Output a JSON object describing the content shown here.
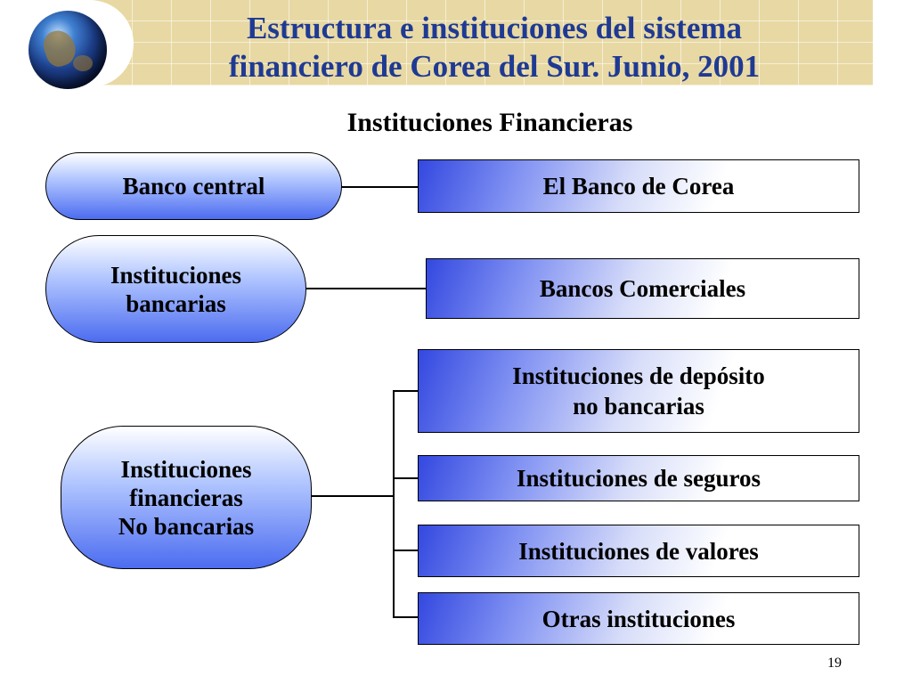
{
  "header": {
    "title_line1": "Estructura e instituciones del sistema",
    "title_line2": "financiero de Corea del Sur. Junio, 2001",
    "subtitle": "Instituciones  Financieras"
  },
  "nodes": {
    "banco_central": "Banco central",
    "instituciones_bancarias_1": "Instituciones",
    "instituciones_bancarias_2": "bancarias",
    "instituciones_financieras_1": "Instituciones",
    "instituciones_financieras_2": "financieras",
    "instituciones_financieras_3": "No bancarias"
  },
  "boxes": {
    "banco_de_corea": "El Banco de Corea",
    "bancos_comerciales": "Bancos Comerciales",
    "deposito_1": "Instituciones de depósito",
    "deposito_2": "no bancarias",
    "seguros": "Instituciones de seguros",
    "valores": "Instituciones de valores",
    "otras": "Otras instituciones"
  },
  "footer": {
    "page_number": "19"
  },
  "colors": {
    "title": "#1f3a93",
    "gradient_blue": "#4c6cf0",
    "banner": "#e8d9a4"
  }
}
